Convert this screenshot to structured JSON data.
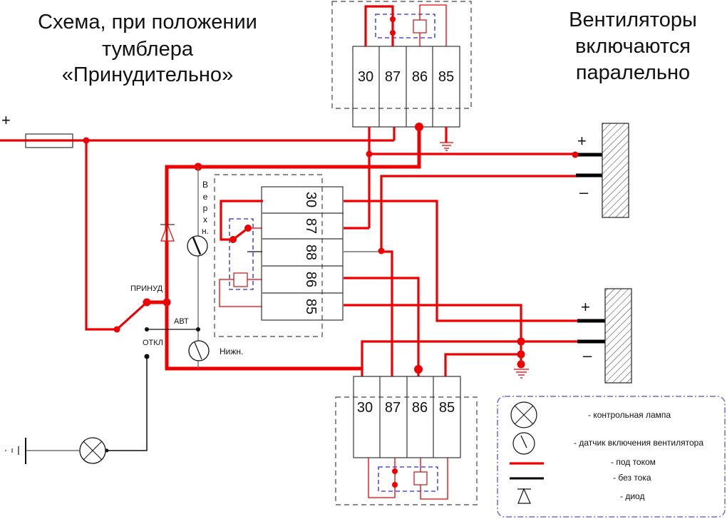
{
  "titles": {
    "left_line1": "Схема, при положении",
    "left_line2": "тумблера",
    "left_line3": "«Принудительно»",
    "right_line1": "Вентиляторы",
    "right_line2": "включаются",
    "right_line3": "паралельно"
  },
  "power": {
    "plus_sign": "+"
  },
  "relay_top": {
    "pins": [
      "30",
      "87",
      "86",
      "85"
    ]
  },
  "relay_mid": {
    "pins": [
      "30",
      "87",
      "88",
      "86",
      "85"
    ]
  },
  "relay_bottom": {
    "pins": [
      "30",
      "87",
      "86",
      "85"
    ]
  },
  "sensors": {
    "upper_label_letters": [
      "В",
      "е",
      "р",
      "х",
      "н."
    ],
    "lower_label": "Нижн."
  },
  "switch": {
    "pos_forced": "ПРИНУД",
    "pos_auto": "АВТ",
    "pos_off": "ОТКЛ"
  },
  "fans": [
    {
      "plus": "+",
      "minus": "–"
    },
    {
      "plus": "+",
      "minus": "–"
    }
  ],
  "legend": {
    "items": [
      {
        "icon": "lamp-icon",
        "text": "- контрольная лампа"
      },
      {
        "icon": "sensor-icon",
        "text": "- датчик включения вентилятора"
      },
      {
        "icon": "live-wire-icon",
        "text": "- под током",
        "color": "#ee0000"
      },
      {
        "icon": "dead-wire-icon",
        "text": "- без тока",
        "color": "#000000"
      },
      {
        "icon": "diode-icon",
        "text": "- диод"
      }
    ]
  },
  "colors": {
    "live": "#ee0000",
    "dead": "#000000",
    "enclosure": "#2a2ad0"
  }
}
